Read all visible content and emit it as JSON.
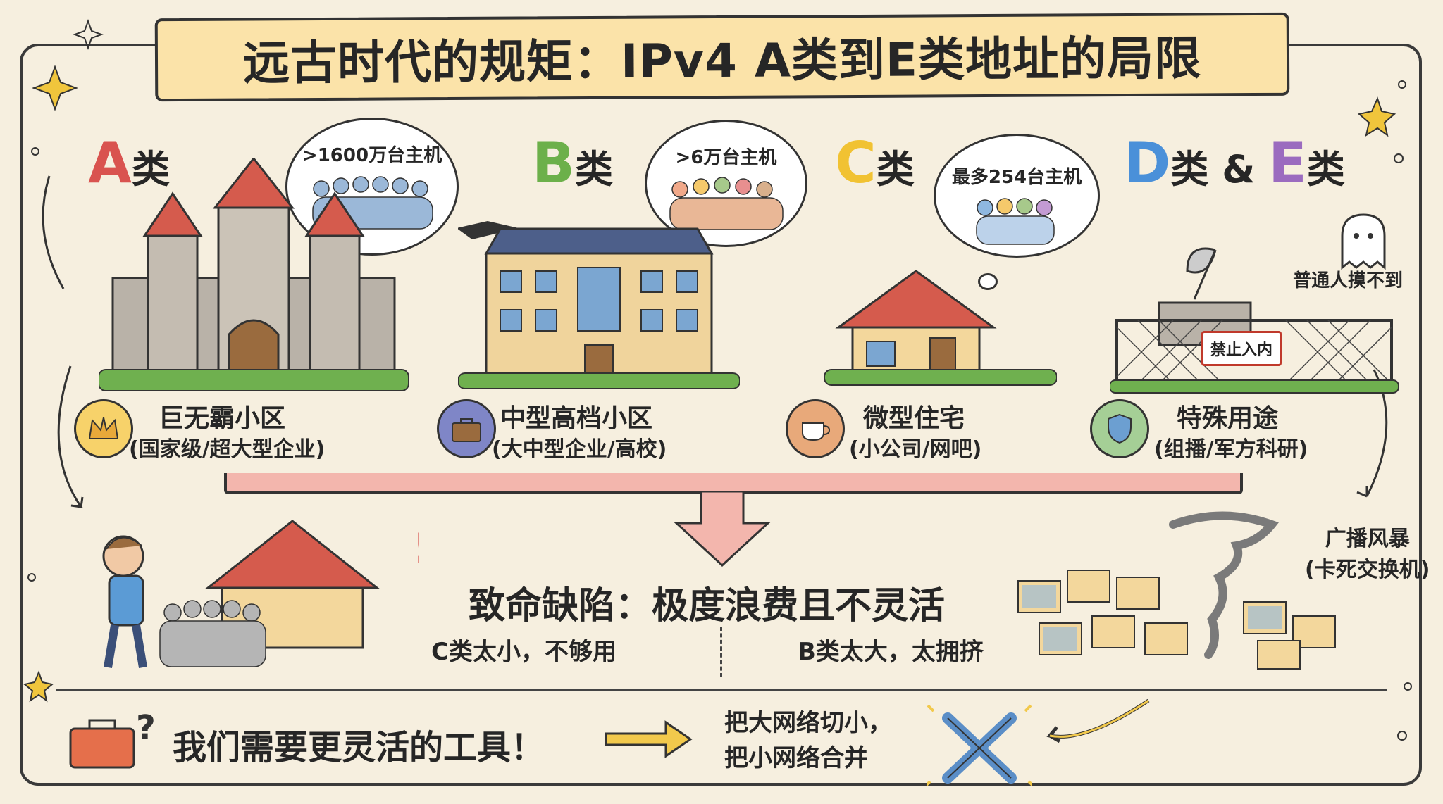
{
  "title": "远古时代的规矩：IPv4 A类到E类地址的局限",
  "classes": [
    {
      "letter": "A",
      "suffix": "类",
      "color": "#d9534f",
      "hosts": ">1600万台主机",
      "name": "巨无霸小区",
      "sub": "(国家级/超大型企业)",
      "icon": "crown-icon"
    },
    {
      "letter": "B",
      "suffix": "类",
      "color": "#6cb04a",
      "hosts": ">6万台主机",
      "name": "中型高档小区",
      "sub": "(大中型企业/高校)",
      "icon": "briefcase-icon"
    },
    {
      "letter": "C",
      "suffix": "类",
      "color": "#f1c232",
      "hosts": "最多254台主机",
      "name": "微型住宅",
      "sub": "(小公司/网吧)",
      "icon": "coffee-cup-icon"
    },
    {
      "letter": "D",
      "suffix": "类 & ",
      "letter2": "E",
      "suffix2": "类",
      "color": "#4a90d9",
      "color2": "#9b6bbf",
      "name": "特殊用途",
      "sub": "(组播/军方科研)",
      "icon": "shield-icon"
    }
  ],
  "special": {
    "unreachable": "普通人摸不到",
    "no_entry": "禁止入内"
  },
  "flaw": {
    "headline": "致命缺陷：极度浪费且不灵活",
    "c_too_small": "C类太小，不够用",
    "b_too_big": "B类太大，太拥挤",
    "storm_line1": "广播风暴",
    "storm_line2": "(卡死交换机)"
  },
  "conclusion": {
    "need": "我们需要更灵活的工具！",
    "cut_line1": "把大网络切小，",
    "cut_line2": "把小网络合并"
  }
}
